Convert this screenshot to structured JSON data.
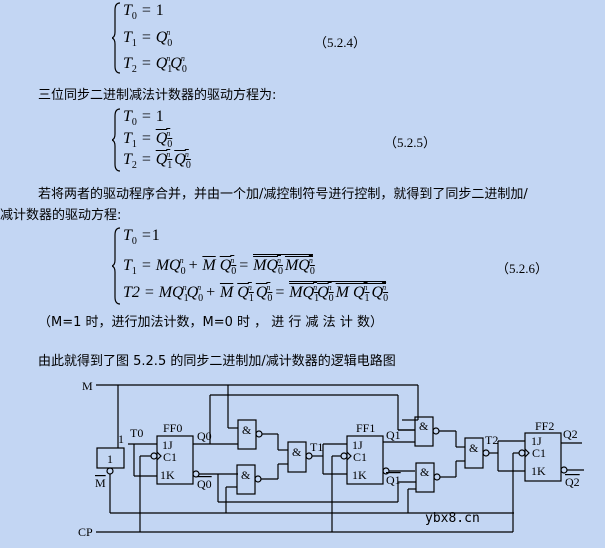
{
  "equation_5_2_4": {
    "number": "（5.2.4）",
    "lines": [
      "T0 = 1",
      "T1 = Q0^n",
      "T2 = Q1^n Q0^n"
    ]
  },
  "text_down_counter_intro": "三位同步二进制减法计数器的驱动方程为:",
  "equation_5_2_5": {
    "number": "（5.2.5）",
    "lines": [
      "T0 = 1",
      "T1 = ¬Q0^n",
      "T2 = ¬Q1^n ¬Q0^n"
    ]
  },
  "text_merge_line1": "若将两者的驱动程序合并，并由一个加/减控制符号进行控制，就得到了同步二进制加/",
  "text_merge_line2": "减计数器的驱动方程:",
  "equation_5_2_6": {
    "number": "（5.2.6）",
    "lines": [
      "T0 = 1",
      "T1 = MQ0^n + ¬M ¬Q0^n = ¬(¬(MQ0^n) · ¬(¬M ¬Q0^n))",
      "T2 = MQ1^nQ0^n + ¬M ¬Q1^n ¬Q0^n = ¬(¬(MQ1^nQ0^n) · ¬(¬M ¬Q1^n ¬Q0^n))"
    ]
  },
  "text_mode_note": "（M=1 时，进行加法计数，M=0 时 ， 进 行 减 法 计 数）",
  "text_figure_intro": "由此就得到了图 5.2.5 的同步二进制加/减计数器的逻辑电路图",
  "circuit": {
    "labels": {
      "M": "M",
      "M_bar": "M",
      "CP": "CP",
      "one": "1",
      "inv_label": "1",
      "T0": "T0",
      "T1": "T1",
      "T2": "T2",
      "FF0": "FF0",
      "FF1": "FF1",
      "FF2": "FF2",
      "J": "1J",
      "C": "C1",
      "K": "1K",
      "Q0": "Q0",
      "Q0_bar": "Q0",
      "Q1": "Q1",
      "Q1_bar": "Q1",
      "Q2": "Q2",
      "Q2_bar": "Q2",
      "and": "&"
    },
    "watermark": "ybx8.cn"
  }
}
